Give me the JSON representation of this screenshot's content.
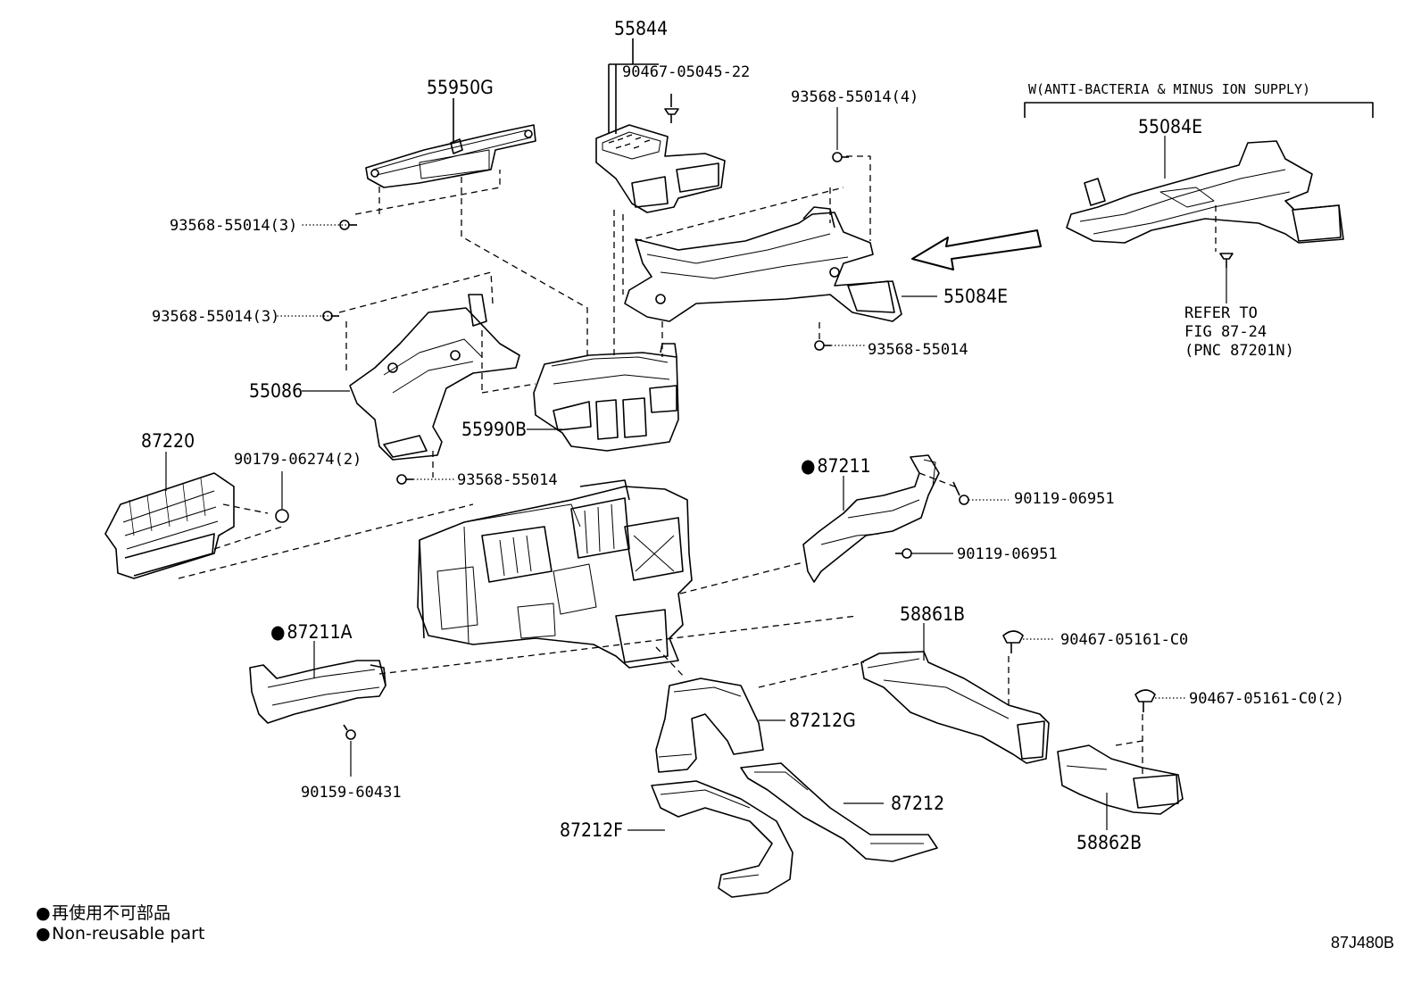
{
  "labels": {
    "p55844": "55844",
    "p90467_05045": "90467-05045-22",
    "p55950G": "55950G",
    "p93568_3a": "93568-55014(3)",
    "p93568_4": "93568-55014(4)",
    "p93568_3b": "93568-55014(3)",
    "p55086": "55086",
    "p55990B": "55990B",
    "p93568_a": "93568-55014",
    "p93568_b": "93568-55014",
    "p55084E_main": "55084E",
    "p55084E_opt": "55084E",
    "option_title": "W(ANTI-BACTERIA & MINUS ION SUPPLY)",
    "refer_line1": "REFER TO",
    "refer_line2": "FIG 87-24",
    "refer_line3": "(PNC 87201N)",
    "p87220": "87220",
    "p90179": "90179-06274(2)",
    "p87211": "87211",
    "p90119_a": "90119-06951",
    "p90119_b": "90119-06951",
    "p87211A": "87211A",
    "p90159": "90159-60431",
    "p58861B": "58861B",
    "p90467_05161": "90467-05161-C0",
    "p90467_05161_2": "90467-05161-C0(2)",
    "p87212G": "87212G",
    "p87212": "87212",
    "p87212F": "87212F",
    "p58862B": "58862B"
  },
  "legend": {
    "line1": "再使用不可部品",
    "line2": "Non-reusable part"
  },
  "figure_code": "87J480B"
}
